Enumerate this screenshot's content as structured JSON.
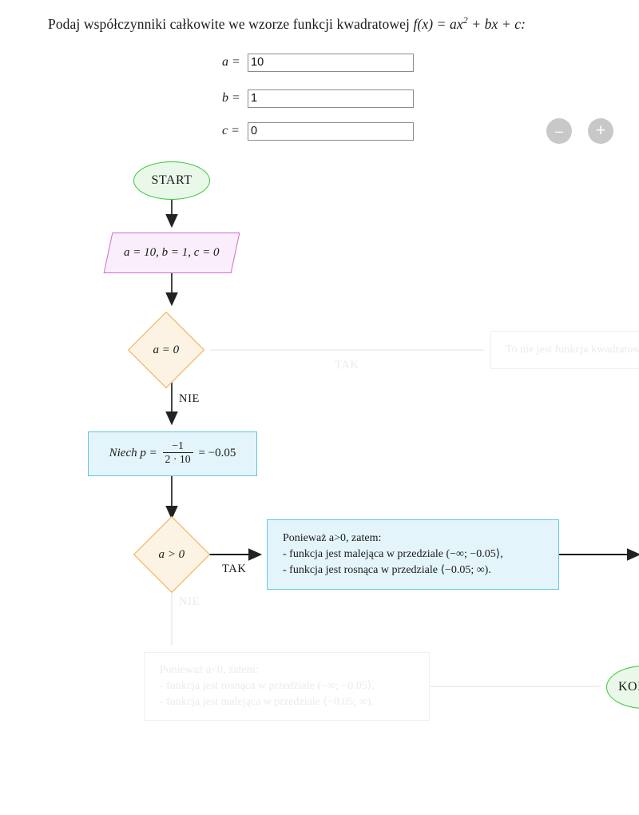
{
  "prompt": {
    "text_before": "Podaj współczynniki całkowite we wzorze funkcji kwadratowej ",
    "formula_f": "f(x) = ax",
    "formula_sup": "2",
    "formula_rest": " + bx + c:"
  },
  "coefficients": [
    {
      "label": "a =",
      "value": "10",
      "placeholder": ""
    },
    {
      "label": "b =",
      "value": "1",
      "placeholder": ""
    },
    {
      "label": "c =",
      "value": "0",
      "placeholder": ""
    }
  ],
  "zoom_controls": {
    "out_label": "–",
    "in_label": "+"
  },
  "flowchart": {
    "start": "START",
    "input_node": "a = 10, b = 1, c = 0",
    "decision_a_zero": "a = 0",
    "not_quadratic": "To nie jest funkcja kwadratowa",
    "p_prefix": "Niech p =",
    "p_numerator": "−1",
    "p_denominator": "2 · 10",
    "p_result": "= −0.05",
    "decision_a_pos": "a > 0",
    "case_positive": {
      "line1": "Ponieważ a>0, zatem:",
      "line2": "- funkcja jest malejąca w przedziale (−∞; −0.05⟩,",
      "line3": "- funkcja jest rosnąca w przedziale ⟨−0.05; ∞)."
    },
    "case_negative": {
      "line1": "Ponieważ a<0, zatem:",
      "line2": "- funkcja jest rosnąca w przedziale (−∞; −0.05⟩,",
      "line3": "- funkcja jest malejąca w przedziale ⟨−0.05; ∞)."
    },
    "end": "KONIEC",
    "labels": {
      "yes": "TAK",
      "no": "NIE"
    }
  },
  "colors": {
    "terminator_fill": "#eaf8ea",
    "terminator_border": "#36c636",
    "io_fill": "#faeefc",
    "io_border": "#cc6ccc",
    "decision_fill": "#fdf3e4",
    "decision_border": "#f0ad4e",
    "process_fill": "#e4f4fb",
    "process_border": "#63c3e2",
    "edge": "#333333",
    "button": "#c8c8c8"
  }
}
